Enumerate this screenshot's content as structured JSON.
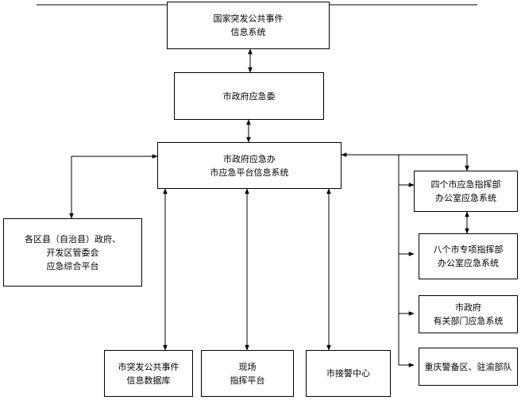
{
  "nodes": {
    "national": {
      "lines": [
        "国家突发公共事件",
        "信息系统"
      ]
    },
    "city_committee": {
      "lines": [
        "市政府应急委"
      ]
    },
    "city_office": {
      "lines": [
        "市政府应急办",
        "市应急平台信息系统"
      ]
    },
    "districts": {
      "lines": [
        "各区县（自治县）政府、",
        "开发区管委会",
        "应急综合平台"
      ]
    },
    "four_commands": {
      "lines": [
        "四个市应急指挥部",
        "办公室应急系统"
      ]
    },
    "eight_commands": {
      "lines": [
        "八个市专项指挥部",
        "办公室应急系统"
      ]
    },
    "departments": {
      "lines": [
        "市政府",
        "有关部门应急系统"
      ]
    },
    "garrison": {
      "lines": [
        "重庆警备区、驻渝部队"
      ]
    },
    "database": {
      "lines": [
        "市突发公共事件",
        "信息数据库"
      ]
    },
    "onsite": {
      "lines": [
        "现场",
        "指挥平台"
      ]
    },
    "alarm": {
      "lines": [
        "市接警中心"
      ]
    }
  }
}
